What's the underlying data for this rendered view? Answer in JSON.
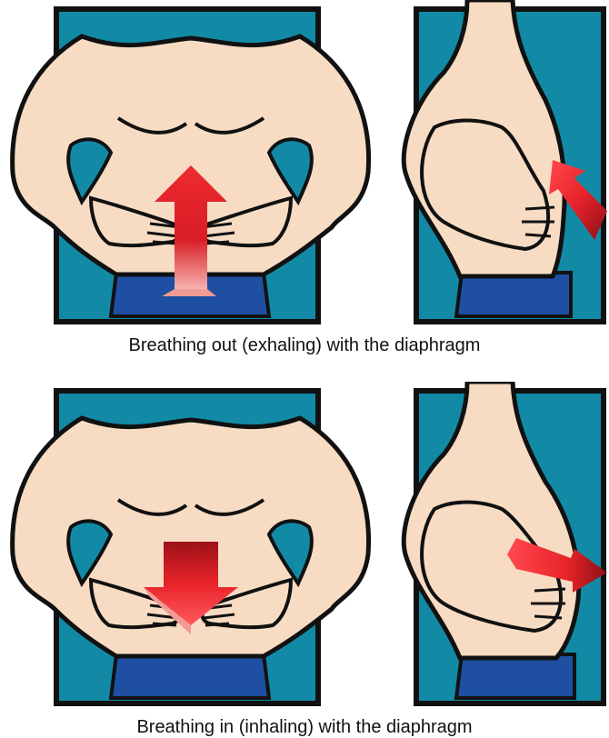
{
  "colors": {
    "background_panel": "#128aa6",
    "skin": "#f7dcc3",
    "outline": "#111111",
    "shorts": "#1e4fa3",
    "arrow": "#e8232a"
  },
  "rows": [
    {
      "caption": "Breathing out (exhaling) with the diaphragm",
      "direction": "up"
    },
    {
      "caption": "Breathing in (inhaling) with the diaphragm",
      "direction": "down"
    }
  ]
}
